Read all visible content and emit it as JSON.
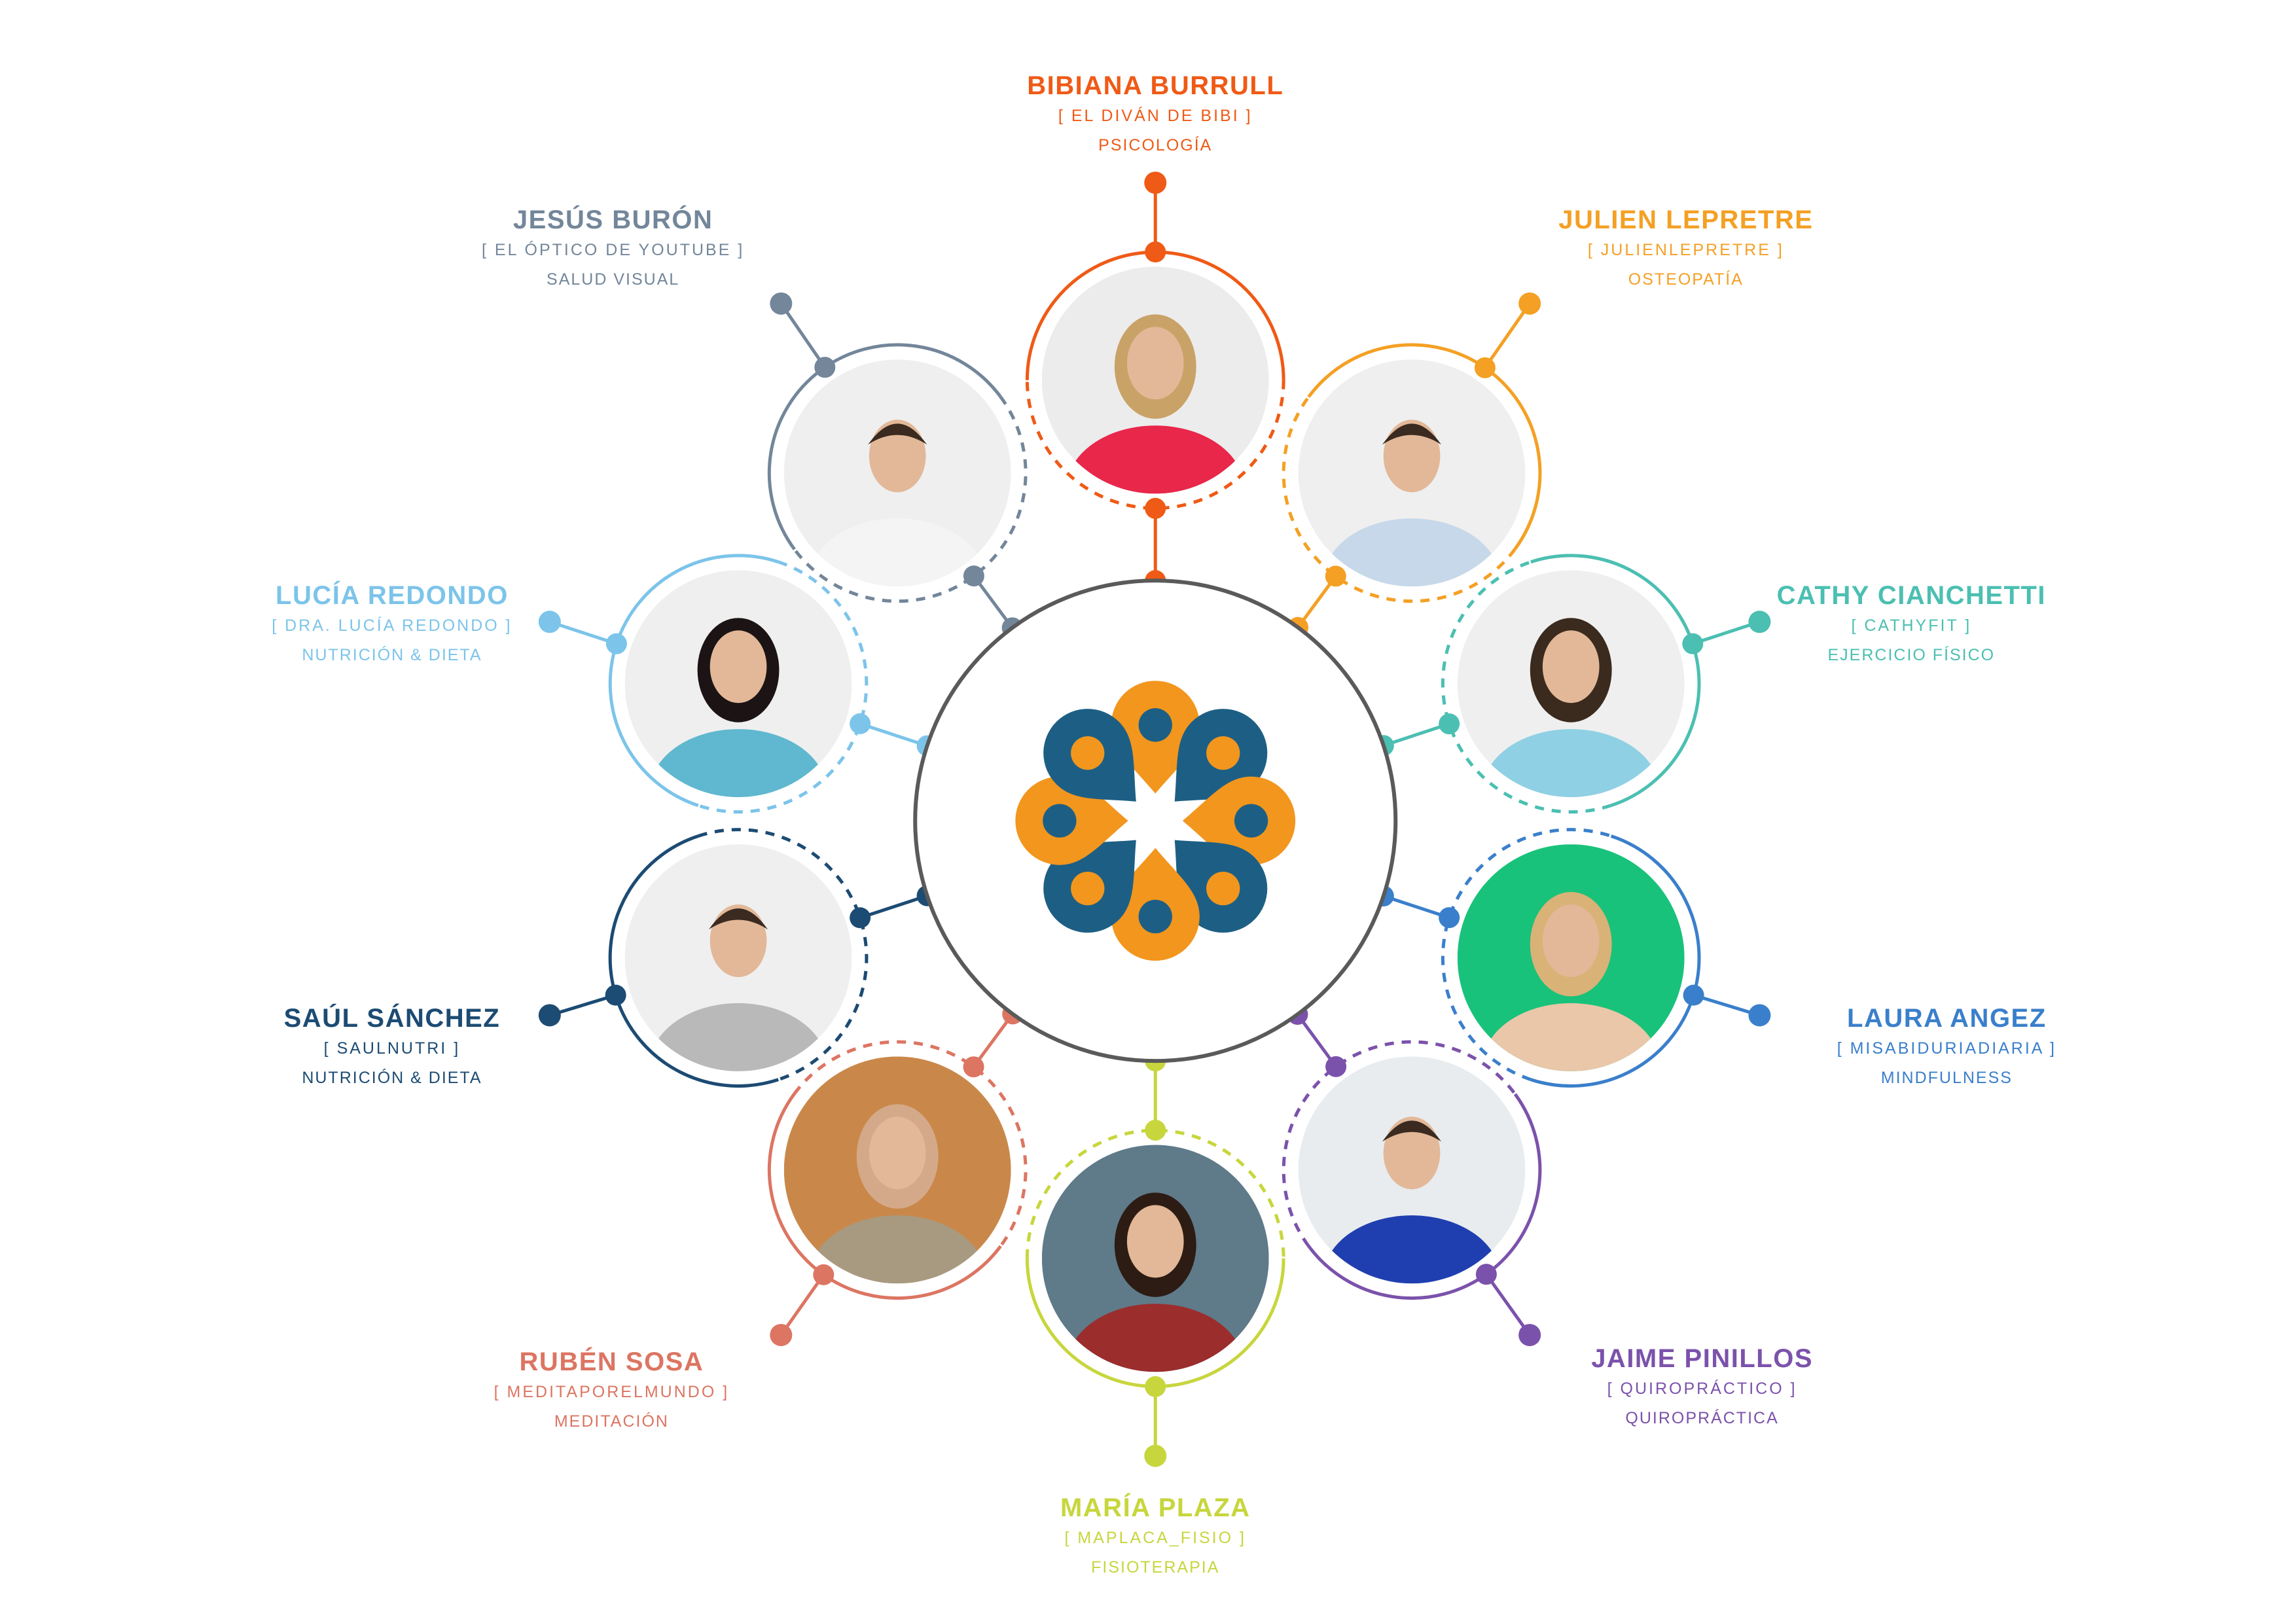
{
  "center": {
    "ring_color": "#5a5a5a",
    "logo": {
      "icon": "flower-of-map-pins-logo",
      "colors": {
        "blue": "#1d5f84",
        "orange": "#f2961e"
      }
    }
  },
  "experts": [
    {
      "id": "bibiana-burrull",
      "name": "BIBIANA BURRULL",
      "handle": "[ EL DIVÁN DE BIBI ]",
      "field": "PSICOLOGÍA",
      "color": "#ef5a16",
      "photo_icon": "portrait-woman-blonde-red-top"
    },
    {
      "id": "julien-lepretre",
      "name": "JULIEN LEPRETRE",
      "handle": "[ JULIENLEPRETRE ]",
      "field": "OSTEOPATÍA",
      "color": "#f4a024",
      "photo_icon": "portrait-man-blue-shirt"
    },
    {
      "id": "cathy-cianchetti",
      "name": "CATHY CIANCHETTI",
      "handle": "[ CATHYFIT ]",
      "field": "EJERCICIO FÍSICO",
      "color": "#4bbfb2",
      "photo_icon": "portrait-woman-curly-hair-light-blue-top"
    },
    {
      "id": "laura-angez",
      "name": "LAURA ANGEZ",
      "handle": "[ MISABIDURIADIARIA ]",
      "field": "MINDFULNESS",
      "color": "#3a7fcb",
      "photo_icon": "portrait-woman-green-background"
    },
    {
      "id": "jaime-pinillos",
      "name": "JAIME PINILLOS",
      "handle": "[ QUIROPRÁCTICO ]",
      "field": "QUIROPRÁCTICA",
      "color": "#7b52ab",
      "photo_icon": "portrait-man-blue-polo"
    },
    {
      "id": "maria-plaza",
      "name": "MARÍA PLAZA",
      "handle": "[ MAPLACA_FISIO ]",
      "field": "FISIOTERAPIA",
      "color": "#c7d63d",
      "photo_icon": "portrait-woman-curly-hair-outdoor"
    },
    {
      "id": "ruben-sosa",
      "name": "RUBÉN SOSA",
      "handle": "[ MEDITAPORELMUNDO ]",
      "field": "MEDITACIÓN",
      "color": "#dc7562",
      "photo_icon": "portrait-man-meditation-sunset"
    },
    {
      "id": "saul-sanchez",
      "name": "SAÚL SÁNCHEZ",
      "handle": "[ SAULNUTRI ]",
      "field": "NUTRICIÓN & DIETA",
      "color": "#1c4b73",
      "photo_icon": "portrait-man-grey-polo"
    },
    {
      "id": "lucia-redondo",
      "name": "LUCÍA REDONDO",
      "handle": "[ DRA. LUCÍA REDONDO ]",
      "field": "NUTRICIÓN & DIETA",
      "color": "#7cc4ea",
      "photo_icon": "portrait-woman-teal-blazer"
    },
    {
      "id": "jesus-buron",
      "name": "JESÚS BURÓN",
      "handle": "[ EL ÓPTICO DE YOUTUBE ]",
      "field": "SALUD VISUAL",
      "color": "#73869a",
      "photo_icon": "portrait-man-white-coat"
    }
  ]
}
